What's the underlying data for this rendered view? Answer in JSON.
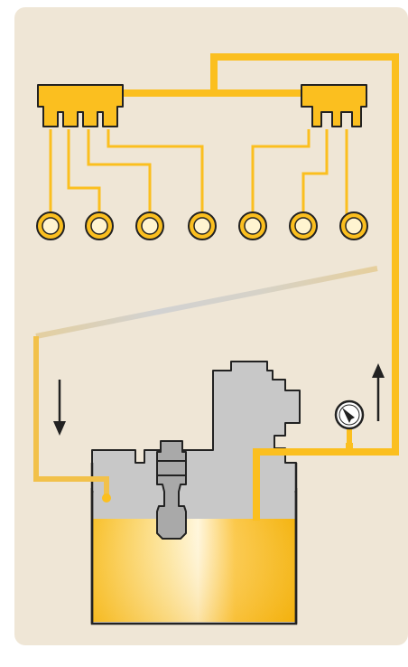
{
  "colors": {
    "panel_background": "#efe6d6",
    "oil": "#fbbf1f",
    "oil_dark": "#e9a400",
    "return_line": "#e3cfa6",
    "return_line_faded": "#cfcfcf",
    "machine_gray": "#c8c8c8",
    "outline": "#222222",
    "gauge_face": "#ffffff"
  },
  "diagram": {
    "type": "centralized lubrication circuit",
    "components": [
      "distributor-block-left",
      "distributor-block-right",
      "lubrication-point-1",
      "lubrication-point-2",
      "lubrication-point-3",
      "lubrication-point-4",
      "lubrication-point-5",
      "lubrication-point-6",
      "lubrication-point-7",
      "return-manifold",
      "oil-reservoir-tank",
      "pump-unit",
      "pressure-gauge",
      "supply-line",
      "return-line"
    ],
    "flow": {
      "return_arrow": "down",
      "supply_arrow": "up"
    },
    "icons": {
      "gauge": "pressure-gauge-icon",
      "down": "arrow-down-icon",
      "up": "arrow-up-icon"
    }
  }
}
